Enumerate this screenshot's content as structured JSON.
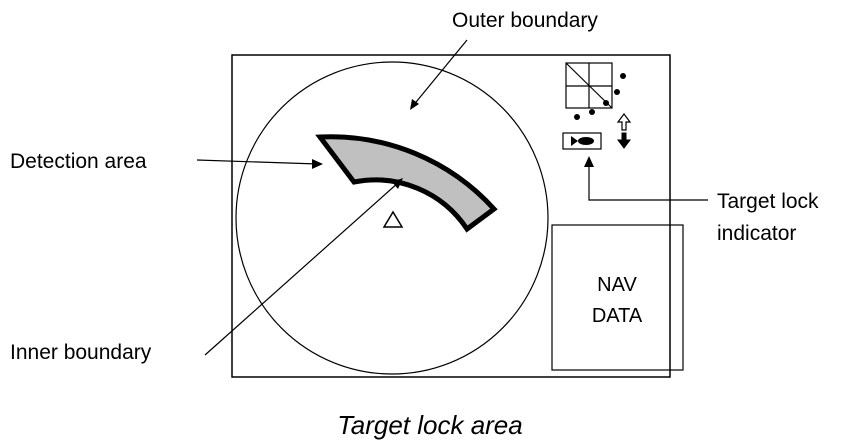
{
  "labels": {
    "outer_boundary": "Outer boundary",
    "detection_area": "Detection area",
    "inner_boundary": "Inner boundary",
    "target_lock_indicator_line1": "Target lock",
    "target_lock_indicator_line2": "indicator"
  },
  "nav_data": {
    "line1": "NAV",
    "line2": "DATA"
  },
  "caption": "Target lock area",
  "colors": {
    "detection_area_fill": "#c0c0c0",
    "stroke": "#000000"
  },
  "icons": [
    "fish-icon",
    "up-arrow-icon",
    "down-arrow-icon",
    "own-ship-triangle-icon"
  ]
}
